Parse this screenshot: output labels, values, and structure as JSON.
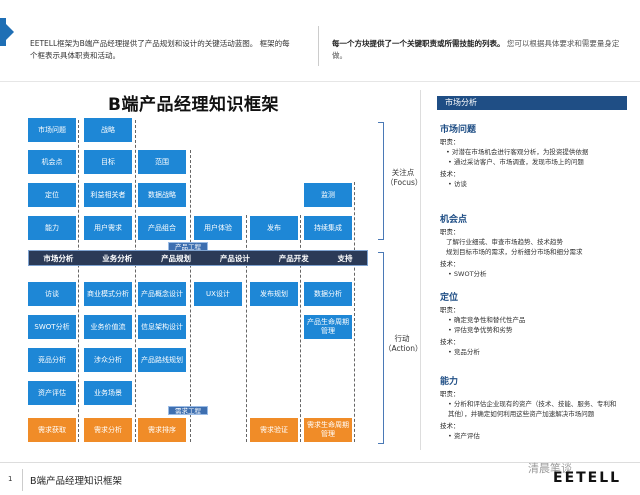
{
  "header": {
    "left_text": "EETELL框架为B端产品经理提供了产品规划和设计的关键活动蓝图。 框架的每个框表示具体职责和活动。",
    "right_bold": "每一个方块提供了一个关键职责或所需技能的列表。",
    "right_text": "您可以根据具体要求和需要量身定做。"
  },
  "diagram": {
    "title": "B端产品经理知识框架",
    "col1": [
      "市场问题",
      "机会点",
      "定位",
      "能力"
    ],
    "col2": [
      "战略",
      "目标",
      "利益相关者",
      "用户需求"
    ],
    "col3": [
      "范围",
      "数据战略",
      "产品组合"
    ],
    "col4": [
      "用户体验"
    ],
    "col5": [
      "发布"
    ],
    "col6": [
      "监测",
      "持续集成"
    ],
    "band_tag": "产品工程",
    "band": [
      "市场分析",
      "业务分析",
      "产品规划",
      "产品设计",
      "产品开发",
      "支持"
    ],
    "low1": [
      "访谈",
      "SWOT分析",
      "竞品分析",
      "资产评估"
    ],
    "low2": [
      "商业模式分析",
      "业务价值流",
      "涉众分析",
      "业务场景"
    ],
    "low3": [
      "产品概念设计",
      "信息架构设计",
      "产品路线规划"
    ],
    "low4": [
      "UX设计"
    ],
    "low5": [
      "发布规划"
    ],
    "low6": [
      "数据分析",
      "产品生命周期管理"
    ],
    "req_tag": "需求工程",
    "req": [
      "需求获取",
      "需求分析",
      "需求排序",
      "需求验证",
      "需求生命周期管理"
    ],
    "focus_label": "关注点（Focus）",
    "action_label": "行动（Action）"
  },
  "panel": {
    "head": "市场分析",
    "sections": [
      {
        "title": "市场问题",
        "k1": "职责：",
        "lines1": [
          "对潜在市场机会进行客观分析，为投资提供依据"
        ],
        "bul1": [
          "通过采访客户、市场调查，发现市场上的问题"
        ],
        "k2": "技术：",
        "bul2": [
          "访谈"
        ]
      },
      {
        "title": "机会点",
        "k1": "职责：",
        "lines1": [
          "了解行业细或、审查市场趋势、技术趋势",
          "规划目标市场的需求，分析细分市场和细分需求"
        ],
        "bul1": [],
        "k2": "技术：",
        "bul2": [
          "SWOT分析"
        ]
      },
      {
        "title": "定位",
        "k1": "职责：",
        "lines1": [],
        "bul1": [
          "确定竞争性和替代性产品",
          "评估竞争优势和劣势"
        ],
        "k2": "技术：",
        "bul2": [
          "竞品分析"
        ]
      },
      {
        "title": "能力",
        "k1": "职责：",
        "lines1": [],
        "bul1": [
          "分析和评估企业现有的资产（技术、技能、服务、专利和其他），并确定如何利用这些资产加速解决市场问题"
        ],
        "k2": "技术：",
        "bul2": [
          "资产评估"
        ]
      }
    ]
  },
  "footer": {
    "page": "1",
    "text": "B端产品经理知识框架",
    "logo": "EETELL",
    "watermark": "清晨笔谈"
  }
}
